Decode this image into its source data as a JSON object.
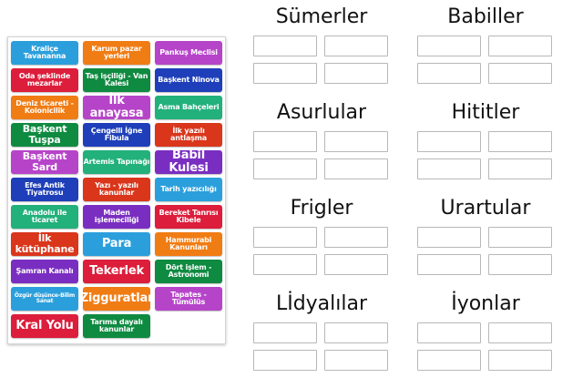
{
  "colors": {
    "lightblue": "#2b9fdc",
    "orange": "#f07c14",
    "magenta": "#b644c9",
    "crimson": "#dc1d3b",
    "green": "#0f8a41",
    "darkblue": "#1e3fb9",
    "teal": "#22b07b",
    "violet": "#7a2ec1",
    "redorange": "#d9361b"
  },
  "tiles": [
    {
      "label": "Kraliçe Tavananna",
      "color": "lightblue",
      "size": ""
    },
    {
      "label": "Karum pazar yerleri",
      "color": "orange",
      "size": ""
    },
    {
      "label": "Pankuş Meclisi",
      "color": "magenta",
      "size": ""
    },
    {
      "label": "Oda şeklinde mezarlar",
      "color": "crimson",
      "size": ""
    },
    {
      "label": "Taş işçiliği - Van Kalesi",
      "color": "green",
      "size": ""
    },
    {
      "label": "Başkent Ninova",
      "color": "darkblue",
      "size": ""
    },
    {
      "label": "Deniz ticareti - Kolonicilik",
      "color": "orange",
      "size": ""
    },
    {
      "label": "İlk anayasa",
      "color": "magenta",
      "size": "xl"
    },
    {
      "label": "Asma Bahçeleri",
      "color": "teal",
      "size": ""
    },
    {
      "label": "Başkent Tuşpa",
      "color": "green",
      "size": "big"
    },
    {
      "label": "Çengelli İğne Fibula",
      "color": "darkblue",
      "size": ""
    },
    {
      "label": "İlk yazılı antlaşma",
      "color": "redorange",
      "size": ""
    },
    {
      "label": "Başkent Sard",
      "color": "magenta",
      "size": "big"
    },
    {
      "label": "Artemis Tapınağı",
      "color": "teal",
      "size": ""
    },
    {
      "label": "Babil Kulesi",
      "color": "violet",
      "size": "xl"
    },
    {
      "label": "Efes Antik Tiyatrosu",
      "color": "darkblue",
      "size": ""
    },
    {
      "label": "Yazı - yazılı kanunlar",
      "color": "redorange",
      "size": ""
    },
    {
      "label": "Tarih yazıcılığı",
      "color": "lightblue",
      "size": ""
    },
    {
      "label": "Anadolu ile ticaret",
      "color": "teal",
      "size": ""
    },
    {
      "label": "Maden işlemeciliği",
      "color": "violet",
      "size": ""
    },
    {
      "label": "Bereket Tanrısı Kibele",
      "color": "crimson",
      "size": ""
    },
    {
      "label": "İlk kütüphane",
      "color": "redorange",
      "size": "big"
    },
    {
      "label": "Para",
      "color": "lightblue",
      "size": "xl"
    },
    {
      "label": "Hammurabi Kanunları",
      "color": "orange",
      "size": ""
    },
    {
      "label": "Şamran Kanalı",
      "color": "violet",
      "size": ""
    },
    {
      "label": "Tekerlek",
      "color": "crimson",
      "size": "xl"
    },
    {
      "label": "Dört işlem - Astronomi",
      "color": "green",
      "size": ""
    },
    {
      "label": "Özgür düşünce-Bilim Sanat",
      "color": "lightblue",
      "size": "sm"
    },
    {
      "label": "Zigguratlar",
      "color": "orange",
      "size": "xl"
    },
    {
      "label": "Tapates - Tümülüs",
      "color": "magenta",
      "size": ""
    },
    {
      "label": "Kral Yolu",
      "color": "crimson",
      "size": "xl"
    },
    {
      "label": "Tarıma dayalı kanunlar",
      "color": "green",
      "size": ""
    }
  ],
  "groups": [
    "Sümerler",
    "Babiller",
    "Asurlular",
    "Hititler",
    "Frigler",
    "Urartular",
    "Lİdyalılar",
    "İyonlar"
  ]
}
